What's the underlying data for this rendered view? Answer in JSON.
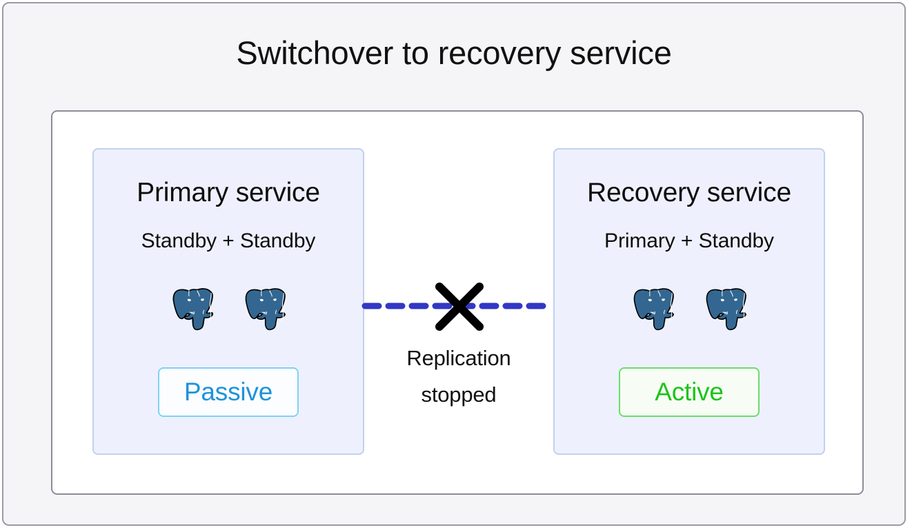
{
  "title": "Switchover to recovery service",
  "colors": {
    "page_background": "#f5f5f7",
    "page_border": "#9a9aa4",
    "frame_background": "#ffffff",
    "frame_border": "#8c8c98",
    "panel_background": "#eef1fd",
    "panel_border": "#c2cff0",
    "replication_line": "#3238c4",
    "break_mark": "#000000",
    "postgres_logo": "#336791",
    "passive_text": "#1f93d8",
    "passive_border": "#7fd2f2",
    "active_text": "#1ec31e",
    "active_border": "#69dd6a"
  },
  "panels": [
    {
      "heading": "Primary service",
      "subtitle": "Standby + Standby",
      "nodes": [
        "postgres-elephant-icon",
        "postgres-elephant-icon"
      ],
      "status": "Passive"
    },
    {
      "heading": "Recovery service",
      "subtitle": "Primary + Standby",
      "nodes": [
        "postgres-elephant-icon",
        "postgres-elephant-icon"
      ],
      "status": "Active"
    }
  ],
  "link": {
    "icon": "replication-broken-icon",
    "line_style": "dashed",
    "caption_line1": "Replication",
    "caption_line2": "stopped"
  }
}
